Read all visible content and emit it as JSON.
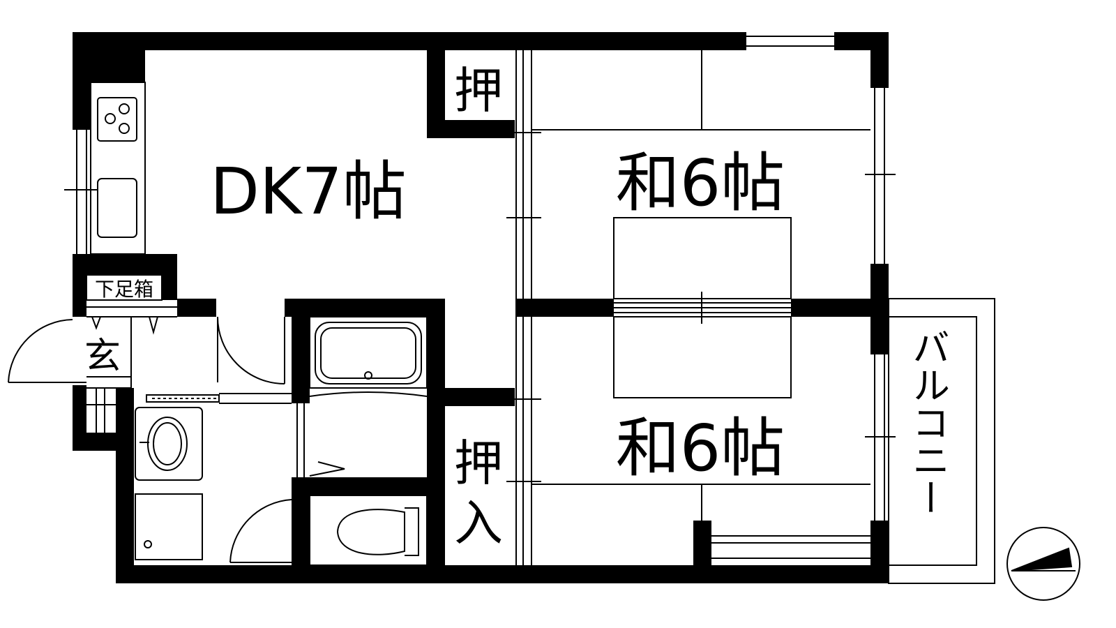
{
  "rooms": {
    "dk": "DK7帖",
    "washitsu_upper": "和6帖",
    "washitsu_lower": "和6帖",
    "oshi_small": "押",
    "oshiire_top": "押",
    "oshiire_bottom": "入",
    "genkan": "玄",
    "getabako": "下足箱",
    "balcony": "バルコニー"
  },
  "colors": {
    "wall": "#000000",
    "line": "#000000",
    "background": "#ffffff"
  },
  "icons": {
    "compass": "north-arrow-icon",
    "stove": "stove-icon",
    "sink": "sink-icon",
    "bathtub": "bathtub-icon",
    "washbasin": "washbasin-icon",
    "toilet": "toilet-icon",
    "washer": "washer-pan-icon"
  }
}
